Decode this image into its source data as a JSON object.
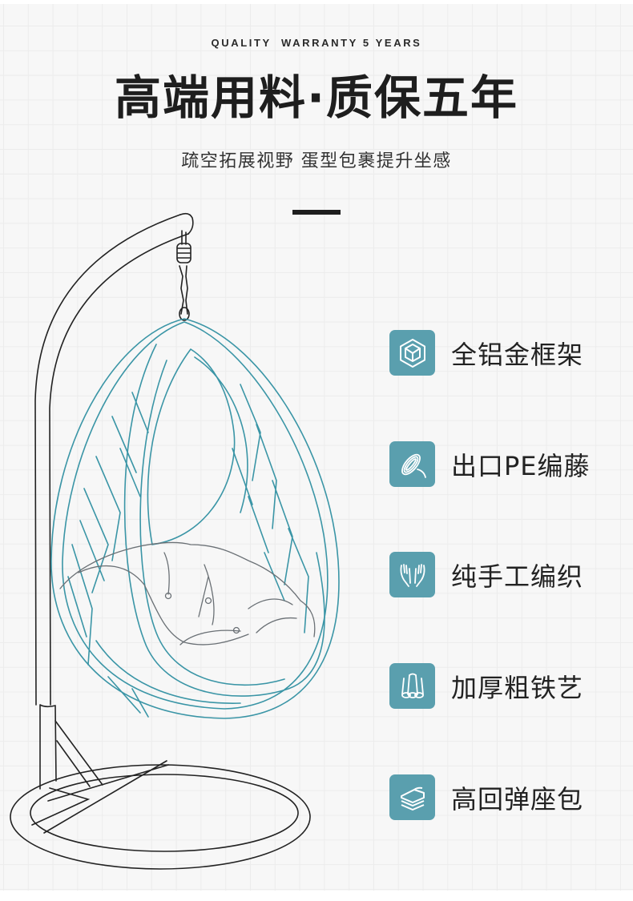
{
  "header": {
    "eyebrow": "QUALITY  WARRANTY 5 YEARS",
    "title": "高端用料·质保五年",
    "subtitle": "疏空拓展视野 蛋型包裹提升坐感"
  },
  "colors": {
    "accent": "#5a9fae",
    "chair_line": "#3a95a6",
    "text": "#1e1e1e",
    "background": "#f7f7f7",
    "grid": "#ececec"
  },
  "features": [
    {
      "icon": "cube-frame-icon",
      "label": "全铝金框架"
    },
    {
      "icon": "rope-coil-icon",
      "label": "出口PE编藤"
    },
    {
      "icon": "hands-icon",
      "label": "纯手工编织"
    },
    {
      "icon": "pipes-icon",
      "label": "加厚粗铁艺"
    },
    {
      "icon": "cushion-stack-icon",
      "label": "高回弹座包"
    }
  ]
}
